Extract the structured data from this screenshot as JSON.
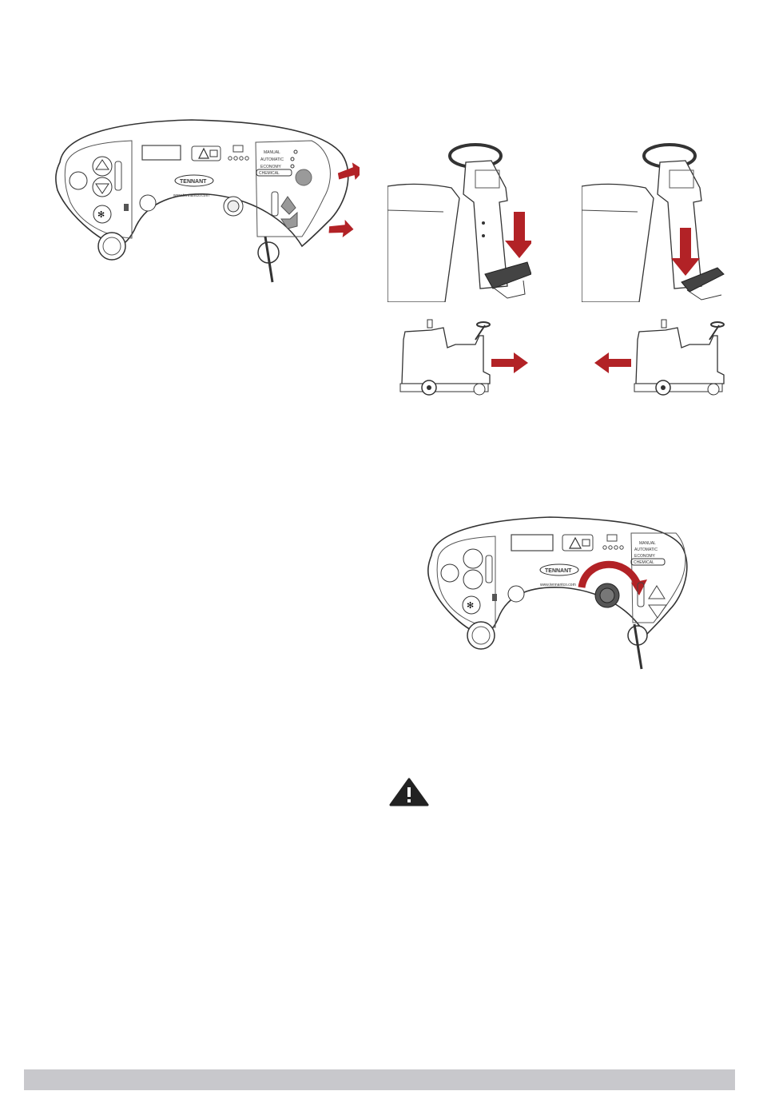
{
  "panel": {
    "brand_logo": "TENNANT",
    "website": "www.tennantco.com",
    "modes": [
      "MANUAL",
      "AUTOMATIC",
      "ECONOMY",
      "CHEMICAL"
    ],
    "icons": [
      "warning-icon",
      "battery-icon",
      "brush-icon",
      "fan-icon",
      "horn-icon",
      "key-switch-icon",
      "speed-knob-icon",
      "detergent-icon",
      "emergency-stop-icon"
    ]
  },
  "figures": {
    "arrow_color": "#b22226",
    "line_color": "#222222"
  },
  "warning": {
    "icon": "warning-icon"
  }
}
